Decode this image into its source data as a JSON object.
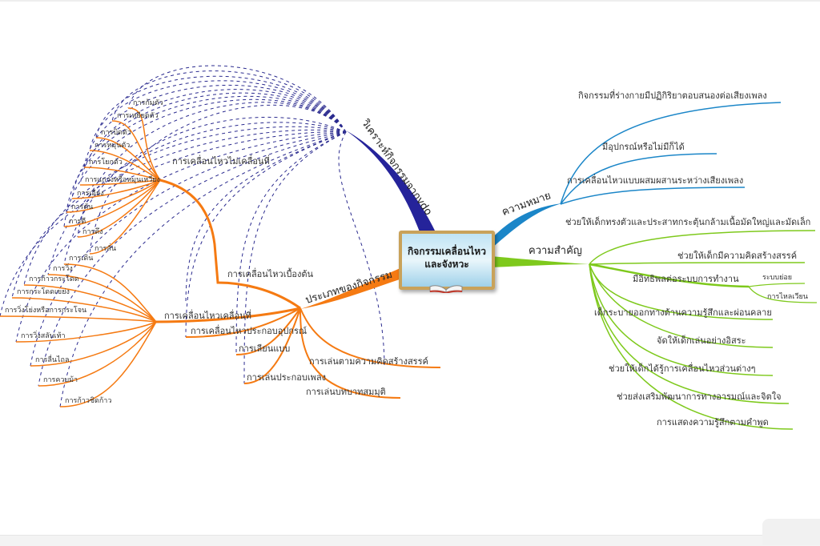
{
  "center": {
    "line1": "กิจกรรมเคลื่อนไหว",
    "line2": "และจังหวะ",
    "icon": "book-icon"
  },
  "colors": {
    "analysis": "#25239a",
    "meaning": "#1b86c8",
    "importance": "#7ec91c",
    "types": "#f57a12",
    "dashed": "#2b2b8f"
  },
  "analysis": {
    "label": "วิเคราะห์กิจกรรมจากvdo"
  },
  "meaning": {
    "label": "ความหมาย",
    "items": [
      "กิจกรรมที่ร่างกายมีปฏิกิริยาตอบสนองต่อเสียงเพลง",
      "มีอุปกรณ์หรือไม่มีก็ได้",
      "การเคลื่อนไหวแบบผสมผสานระหว่างเสียงเพลง"
    ]
  },
  "importance": {
    "label": "ความสำคัญ",
    "items": [
      "ช่วยให้เด็กทรงตัวและประสาทกระตุ้นกล้ามเนื้อมัดใหญ่และมัดเล็ก",
      "ช่วยให้เด็กมีความคิดสร้างสรรค์",
      "มีอิทธิพลต่อระบบการทำงาน",
      "เด็กระบายออกทางด้านความรู้สึกและผ่อนคลาย",
      "จัดให้เด็กเล่นอย่างอิสระ",
      "ช่วยให้เด็กได้รู้การเคลื่อนไหวส่วนต่างๆ",
      "ช่วยส่งเสริมพัฒนาการทางอารมณ์และจิตใจ",
      "การแสดงความรู้สึกตามคำพูด"
    ],
    "sub": [
      "ระบบย่อย",
      "การไหลเวียน"
    ]
  },
  "types": {
    "label": "ประเภทของกิจกรรม",
    "items": [
      "การเคลื่อนไหวเบื้องต้น",
      "การเคลื่อนไหวเคลื่อนที่",
      "การเคลื่อนไหวประกอบอุปกรณ์",
      "การเลียนแบบ",
      "การเล่นประกอบเพลง",
      "การเล่นบทบาทสมมุติ",
      "การเล่นตามความคิดสร้างสรรค์"
    ],
    "non_locomotor": {
      "label": "การเคลื่อนไหวไม่เคลื่อนที่",
      "items": [
        "การก้มตัว",
        "การเหยียดตัว",
        "การบิดตัว",
        "การหมุนตัว",
        "การโยกตัว",
        "การแกว่งหรือหมุนเหวี่ยง",
        "การเอียง",
        "การดัน",
        "การตี",
        "การดึง",
        "การสั่น"
      ]
    },
    "locomotor": {
      "items": [
        "การเดิน",
        "การวิ่ง",
        "การก้าวกระโดด",
        "การกระโดดเขย่ง",
        "การวิ่งโย่งหรือการกระโจน",
        "การวิ่งสลับเท้า",
        "การลื่นไถล",
        "การควบม้า",
        "การก้าวชิดก้าว"
      ]
    }
  }
}
